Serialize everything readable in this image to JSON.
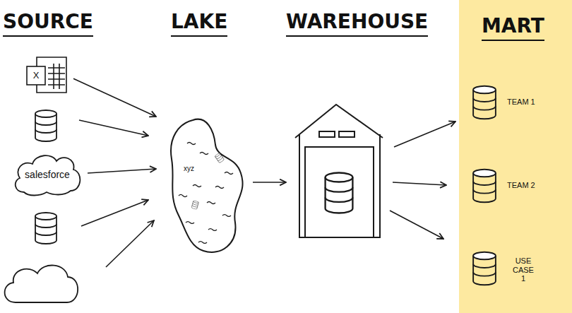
{
  "diagram": {
    "nodes": [
      {
        "text": [
          "X"
        ]
      },
      {
        "text": [
          "salesforce"
        ]
      },
      {
        "text": [
          "xyz"
        ]
      },
      {
        "text": [
          "MART"
        ]
      },
      {
        "text": [
          "TEAM 1"
        ],
        "in": 3
      },
      {
        "text": [
          "TEAM 2"
        ],
        "in": 3
      },
      {
        "text": [
          "USE CASE 1"
        ],
        "in": 3
      }
    ],
    "edges": [
      {
        "from": 0,
        "to": 2,
        "arrow": "to"
      },
      {
        "from": 1,
        "to": 2,
        "arrow": "to"
      }
    ],
    "labels": [
      "SOURCE",
      "LAKE",
      "WAREHOUSE"
    ]
  }
}
